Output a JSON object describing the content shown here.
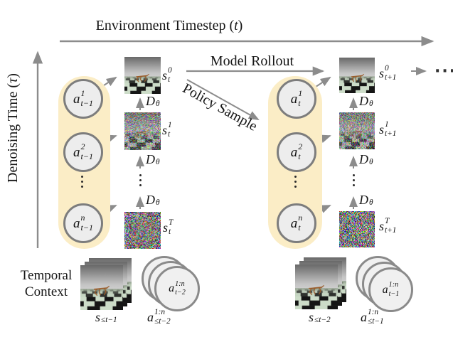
{
  "axes": {
    "x_pre": "Environment Timestep (",
    "x_var": "t",
    "x_post": ")",
    "y_pre": "Denoising Time (",
    "y_var": "τ",
    "y_post": ")"
  },
  "flow": {
    "model_rollout": "Model Rollout",
    "policy_sample": "Policy Sample",
    "continuation_dots": "···"
  },
  "denoiser": {
    "base": "D",
    "sub": "θ"
  },
  "timestep_t": {
    "actions": [
      {
        "base": "a",
        "sup": "1",
        "sub": "t−1"
      },
      {
        "base": "a",
        "sup": "2",
        "sub": "t−1"
      },
      {
        "base": "a",
        "sup": "n",
        "sub": "t−1"
      }
    ],
    "states": [
      {
        "base": "s",
        "sup": "0",
        "sub": "t"
      },
      {
        "base": "s",
        "sup": "1",
        "sub": "t"
      },
      {
        "base": "s",
        "sup": "T",
        "sub": "t"
      }
    ]
  },
  "timestep_t1": {
    "actions": [
      {
        "base": "a",
        "sup": "1",
        "sub": "t"
      },
      {
        "base": "a",
        "sup": "2",
        "sub": "t"
      },
      {
        "base": "a",
        "sup": "n",
        "sub": "t"
      }
    ],
    "states": [
      {
        "base": "s",
        "sup": "0",
        "sub": "t+1"
      },
      {
        "base": "s",
        "sup": "1",
        "sub": "t+1"
      },
      {
        "base": "s",
        "sup": "T",
        "sub": "t+1"
      }
    ]
  },
  "temporal_context": {
    "label": "Temporal Context",
    "left": {
      "frames_label": {
        "base": "s",
        "sub": "≤t−1"
      },
      "actions_stack_label": {
        "base": "a",
        "sup": "1:n",
        "sub": "t−2"
      },
      "actions_caption": {
        "base": "a",
        "sup": "1:n",
        "sub": "≤t−2"
      }
    },
    "right": {
      "frames_label": {
        "base": "s",
        "sub": "≤t−2"
      },
      "actions_stack_label": {
        "base": "a",
        "sup": "1:n",
        "sub": "t−1"
      },
      "actions_caption": {
        "base": "a",
        "sup": "1:n",
        "sub": "≤t−1"
      }
    }
  },
  "colors": {
    "highlight": "#FBEDC6",
    "circle_fill": "#EDEDED",
    "circle_border": "#7D7D7D",
    "arrow": "#8C8C8C",
    "text": "#141414"
  }
}
